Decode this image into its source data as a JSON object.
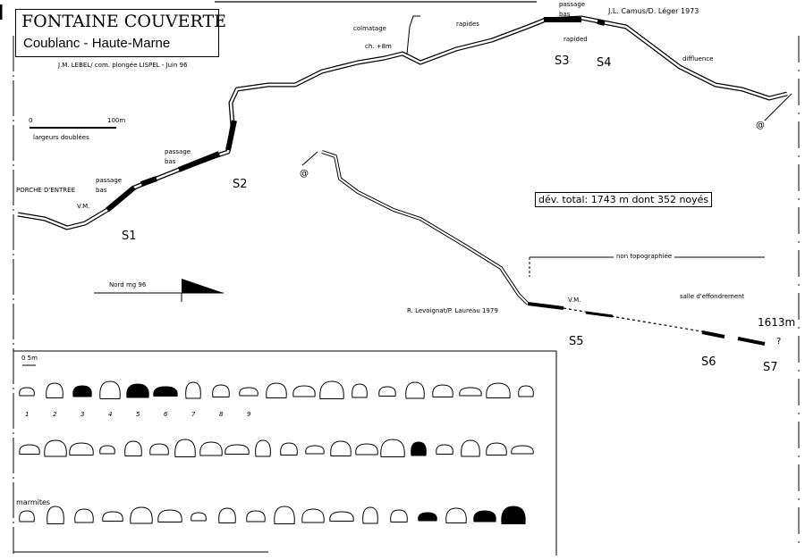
{
  "header": {
    "title": "FONTAINE COUVERTE",
    "subtitle": "Coublanc - Haute-Marne",
    "credit": "J.M. LEBEL/ com. plongée LISPEL - Juin 96"
  },
  "scale": {
    "zero": "0",
    "end": "100m",
    "note": "largeurs doublées"
  },
  "north": {
    "label": "Nord mg 96"
  },
  "labels": {
    "porche": "PORCHE D'ENTREE",
    "vm1": "V.M.",
    "passage_bas_1": "passage\nbas",
    "passage_bas_2": "passage\nbas",
    "colmatage": "colmatage",
    "cheminee": "ch. +8m",
    "rapides": "rapides",
    "passage_bas_3": "passage\nbas",
    "rapided": "rapided",
    "camus": "J.L. Camus/D. Léger 1973",
    "diffluence": "diffluence",
    "non_topo": "non topographiée",
    "levoignat": "R. Levoignat/P. Laureau 1979",
    "vm2": "V.M.",
    "salle": "salle d'effondrement",
    "depth": "1613m",
    "unknown": "?",
    "at1": "@",
    "at2": "@"
  },
  "sumps": [
    "S1",
    "S2",
    "S3",
    "S4",
    "S5",
    "S6",
    "S7"
  ],
  "dev_total": "dév. total: 1743 m dont 352 noyés",
  "sections": {
    "scale": "0  5m",
    "marmites": "marmites",
    "numbers_row1": [
      "1",
      "2",
      "3",
      "4",
      "5",
      "6",
      "7",
      "8",
      "9"
    ]
  }
}
